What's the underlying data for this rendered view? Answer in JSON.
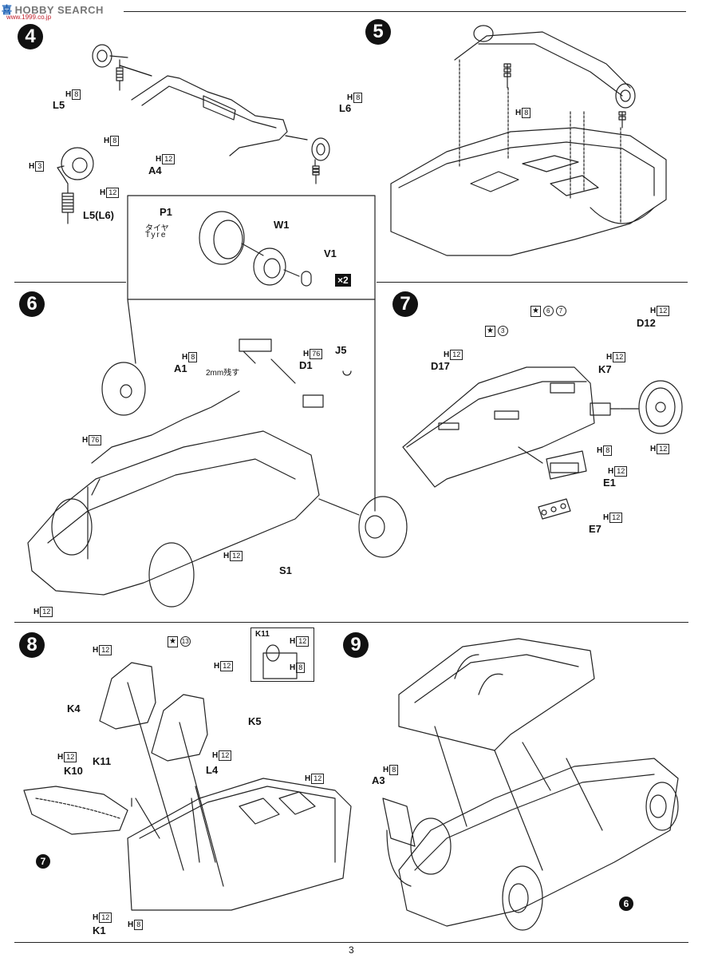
{
  "watermark": {
    "logo": "喜",
    "brand": "HOBBY SEARCH",
    "url": "www.1999.co.jp"
  },
  "page_number": "3",
  "steps": {
    "s4": {
      "number": "4",
      "parts": {
        "L5": "L5",
        "L6": "L6",
        "A4": "A4",
        "L5L6": "L5(L6)"
      },
      "paints": {
        "h": "H",
        "c8": "8",
        "c12": "12",
        "c3": "3"
      }
    },
    "s5": {
      "number": "5"
    },
    "s6": {
      "number": "6",
      "parts": {
        "P1": "P1",
        "tyre_jp": "タイヤ",
        "tyre_en": "Tyre",
        "W1": "W1",
        "V1": "V1",
        "A1": "A1",
        "D1": "D1",
        "J5": "J5",
        "S1": "S1"
      },
      "note_2mm": "2mm残す",
      "multiplier": "×2",
      "paints": {
        "c76": "76"
      }
    },
    "s7": {
      "number": "7",
      "parts": {
        "D17": "D17",
        "D12": "D12",
        "K7": "K7",
        "E1": "E1",
        "E7": "E7"
      },
      "refs": {
        "r6": "6",
        "r7": "7",
        "r3": "3"
      },
      "star": "★"
    },
    "s8": {
      "number": "8",
      "parts": {
        "K11": "K11",
        "K4": "K4",
        "K5": "K5",
        "K10": "K10",
        "L4": "L4",
        "K1": "K1"
      },
      "refs": {
        "r13": "13"
      },
      "step_ref": "7"
    },
    "s9": {
      "number": "9",
      "parts": {
        "A3": "A3"
      },
      "step_ref": "6"
    }
  }
}
